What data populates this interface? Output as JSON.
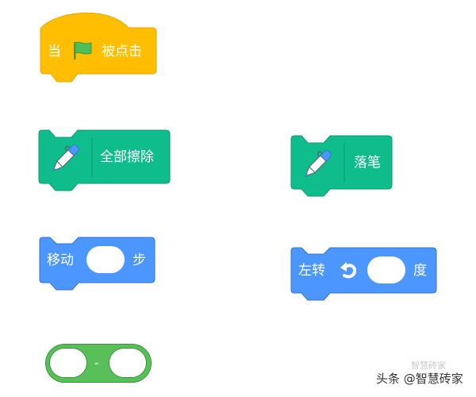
{
  "colors": {
    "events": "#FFBF00",
    "events_border": "#E6A800",
    "pen": "#0FBD8C",
    "pen_border": "#0B9A72",
    "motion": "#4C97FF",
    "motion_border": "#3373CC",
    "operators": "#59C059",
    "operators_border": "#389438",
    "flag": "#4CBF56"
  },
  "blocks": {
    "when_flag_clicked": {
      "prefix": "当",
      "icon": "green-flag-icon",
      "suffix": "被点击"
    },
    "erase_all": {
      "icon": "pen-icon",
      "label": "全部擦除"
    },
    "pen_down": {
      "icon": "pen-icon",
      "label": "落笔"
    },
    "move_steps": {
      "prefix": "移动",
      "input_value": "",
      "suffix": "步"
    },
    "turn_left": {
      "prefix": "左转",
      "icon": "rotate-left-icon",
      "input_value": "",
      "suffix": "度"
    },
    "subtract": {
      "left_value": "",
      "operator": "-",
      "right_value": ""
    }
  },
  "watermark": {
    "text": "头条 @智慧砖家",
    "ghost_text": "智慧砖家"
  }
}
